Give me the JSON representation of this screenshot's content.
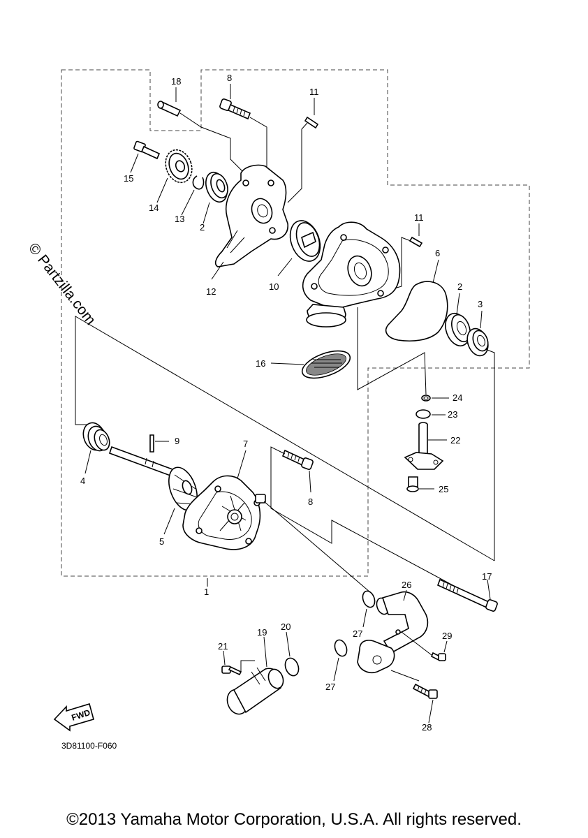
{
  "watermark": "© Partzilla.com",
  "diagram_code": "3D81100-F060",
  "fwd_label": "FWD",
  "copyright": "©2013 Yamaha Motor Corporation, U.S.A. All rights reserved.",
  "callouts": {
    "c1": "1",
    "c2a": "2",
    "c2b": "2",
    "c3": "3",
    "c4": "4",
    "c5": "5",
    "c6": "6",
    "c7": "7",
    "c8a": "8",
    "c8b": "8",
    "c9": "9",
    "c10": "10",
    "c11a": "11",
    "c11b": "11",
    "c12": "12",
    "c13": "13",
    "c14": "14",
    "c15": "15",
    "c16": "16",
    "c17": "17",
    "c18": "18",
    "c19": "19",
    "c20": "20",
    "c21": "21",
    "c22": "22",
    "c23": "23",
    "c24": "24",
    "c25": "25",
    "c26": "26",
    "c27a": "27",
    "c27b": "27",
    "c28": "28",
    "c29": "29"
  }
}
